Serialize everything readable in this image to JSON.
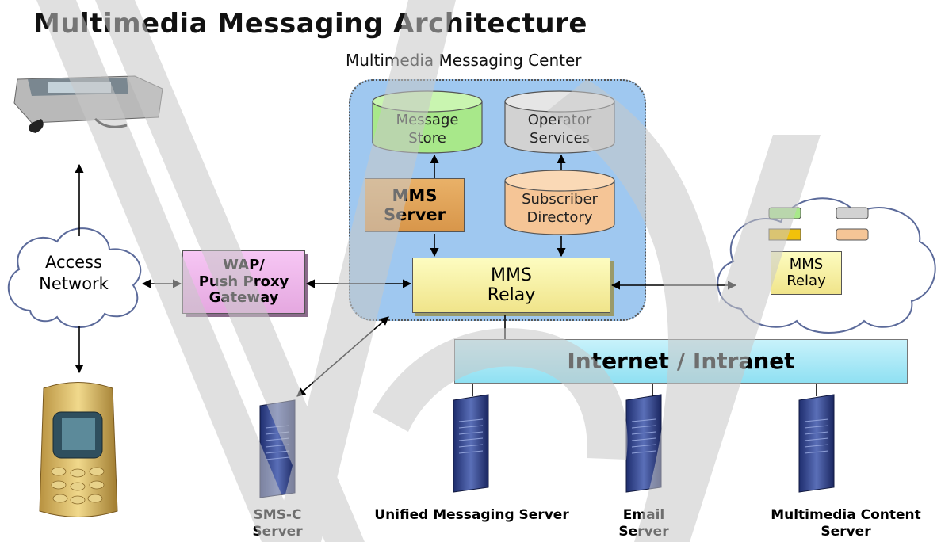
{
  "title": "Multimedia Messaging Architecture",
  "mmc": {
    "title": "Multimedia Messaging Center"
  },
  "nodes": {
    "message_store": [
      "Message",
      "Store"
    ],
    "operator_services": [
      "Operator",
      "Services"
    ],
    "mms_server": [
      "MMS",
      "Server"
    ],
    "subscriber_directory": [
      "Subscriber",
      "Directory"
    ],
    "mms_relay": [
      "MMS",
      "Relay"
    ],
    "wap_gateway": [
      "WAP/",
      "Push Proxy",
      "Gateway"
    ],
    "access_network": [
      "Access",
      "Network"
    ],
    "internet": "Internet / Intranet",
    "external_relay": [
      "MMS",
      "Relay"
    ]
  },
  "servers": {
    "sms_c": [
      "SMS-C",
      "Server"
    ],
    "unified": "Unified Messaging Server",
    "email": [
      "Email",
      "Server"
    ],
    "multimedia": [
      "Multimedia Content",
      "Server"
    ]
  },
  "colors": {
    "mmc_background": "#9fc8f0",
    "message_store": "#a8e88a",
    "operator_services": "#d2d2d2",
    "subscriber_directory": "#f5c596",
    "mms_server": "#e4a65a",
    "mms_relay": "#fdfcc0",
    "wap_gateway": "#f6c6f4",
    "internet": "#8fe0f2",
    "watermark": "#c8c8c8"
  }
}
